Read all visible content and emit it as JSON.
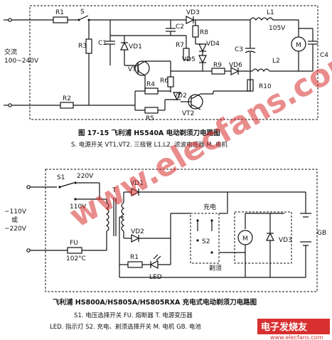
{
  "top": {
    "labels": {
      "r1": "R1",
      "s": "S",
      "vd3": "VD3",
      "c2": "C2",
      "r8": "R8",
      "l1": "L1",
      "v105": "105V",
      "r3": "R3",
      "c1": "C1",
      "vd1": "VD1",
      "r7": "R7",
      "vd4": "VD4",
      "c3": "C3",
      "m": "M",
      "c4": "C4",
      "ac1": "交流",
      "ac2": "100~240V",
      "vt1": "VT1",
      "vd5": "VD5",
      "r9": "R9",
      "vd6": "VD6",
      "l2": "L2",
      "r6": "R6",
      "r4": "R4",
      "r10": "R10",
      "r2": "R2",
      "vd2": "VD2",
      "r5": "R5",
      "vt2": "VT2"
    },
    "caption": "图 17-15   飞利浦 HS540A 电动剃须刀电路图",
    "legend": "S. 电源开关   VT1,VT2. 三极管   L1,L2. 滤波电感器   M. 电机"
  },
  "bottom": {
    "labels": {
      "s1": "S1",
      "v220": "220V",
      "t": "T",
      "vd1": "VD1",
      "v110": "110V",
      "in1": "~110V",
      "in2": "或",
      "in3": "~220V",
      "charge": "充电",
      "gb": "GB",
      "vd2": "VD2",
      "s2": "S2",
      "m": "M",
      "vd3": "VD3",
      "fu": "FU",
      "fu_t": "102°C",
      "r1": "R1",
      "shave": "剃须",
      "led": "LED"
    },
    "caption": "飞利浦 HS800A/HS805A/HS805RXA 充电式电动剃须刀电路图",
    "legend1": "S1. 电压选择开关   FU. 熔断器   T. 电源变压器",
    "legend2": "LED. 指示灯   S2. 充电、剃须选择开关   M. 电机   GB. 电池"
  },
  "watermark": "www.elecfans.com",
  "logo": {
    "text": "电子发烧友",
    "url": "www.elecfans.com"
  }
}
